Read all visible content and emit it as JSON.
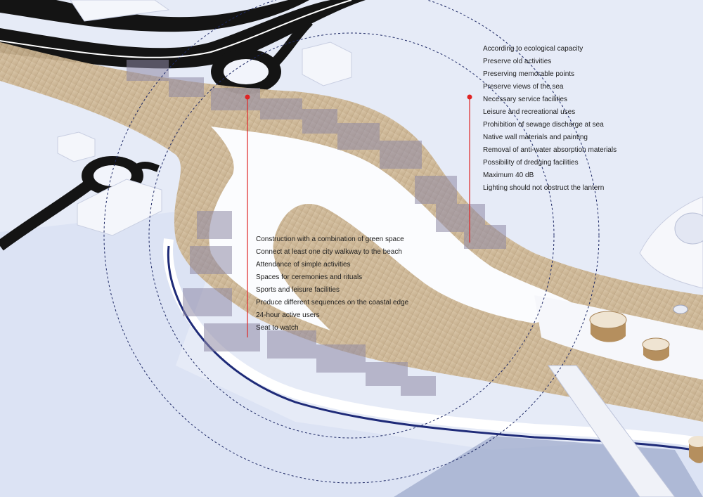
{
  "annotations": {
    "right": [
      "According to ecological capacity",
      "Preserve old activities",
      "Preserving memorable points",
      "Preserve views of the sea",
      "Necessary service facilities",
      "Leisure and recreational uses",
      "Prohibition of sewage discharge at sea",
      "Native wall materials and painting",
      "Removal of anti-water absorption materials",
      "Possibility of dredging facilities",
      "Maximum 40 dB",
      "Lighting should not obstruct the lantern"
    ],
    "center": [
      "Construction with a combination of green space",
      "Connect at least one city walkway to the beach",
      "Attendance of simple activities",
      "Spaces for ceremonies and rituals",
      "Sports and leisure facilities",
      "Produce different sequences on the coastal edge",
      "24-hour active users",
      "Seat to watch"
    ]
  },
  "colors": {
    "background": "#e6ebf7",
    "deck": "#c9b291",
    "road": "#151515",
    "marker": "#e02424",
    "ring": "#1f2a66",
    "blocks": "#8f8aa6"
  },
  "icons": [
    "roundabout-icon",
    "marker-pin-icon",
    "dashed-ring-icon"
  ]
}
